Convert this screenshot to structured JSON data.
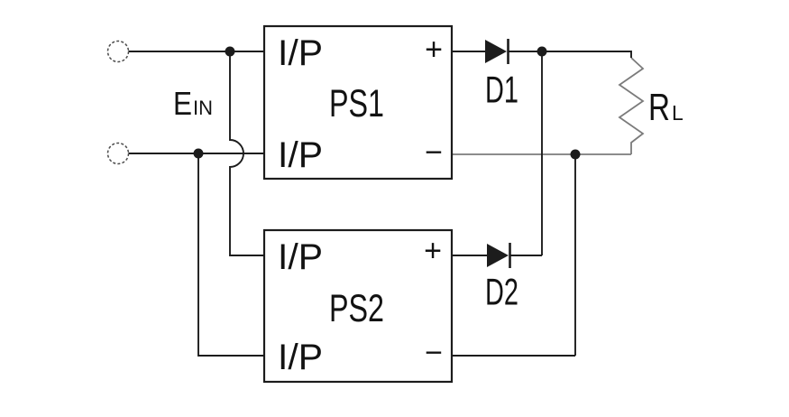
{
  "labels": {
    "ein_main": "E",
    "ein_sub": "IN",
    "rl_main": "R",
    "rl_sub": "L",
    "d1": "D1",
    "d2": "D2",
    "ps1": {
      "name": "PS1",
      "in_top": "I/P",
      "in_bottom": "I/P",
      "plus": "+",
      "minus": "−"
    },
    "ps2": {
      "name": "PS2",
      "in_top": "I/P",
      "in_bottom": "I/P",
      "plus": "+",
      "minus": "−"
    }
  },
  "colors": {
    "wire": "#1c1c1c",
    "rail": "#7b7b7b",
    "background": "#ffffff",
    "text": "#121212"
  }
}
